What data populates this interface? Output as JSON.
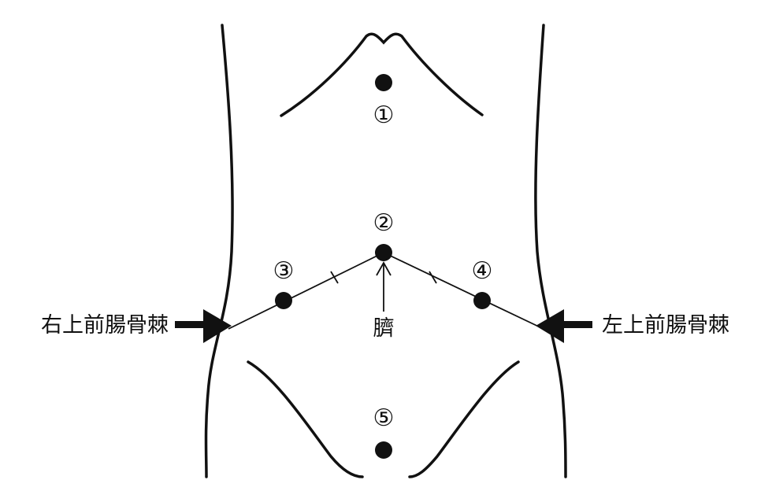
{
  "points": [
    {
      "id": "1",
      "label": "①"
    },
    {
      "id": "2",
      "label": "②"
    },
    {
      "id": "3",
      "label": "③"
    },
    {
      "id": "4",
      "label": "④"
    },
    {
      "id": "5",
      "label": "⑤"
    }
  ],
  "navel_label": "臍",
  "right_asis_label": "右上前腸骨棘",
  "left_asis_label": "左上前腸骨棘",
  "colors": {
    "ink": "#111111",
    "background": "#ffffff"
  }
}
